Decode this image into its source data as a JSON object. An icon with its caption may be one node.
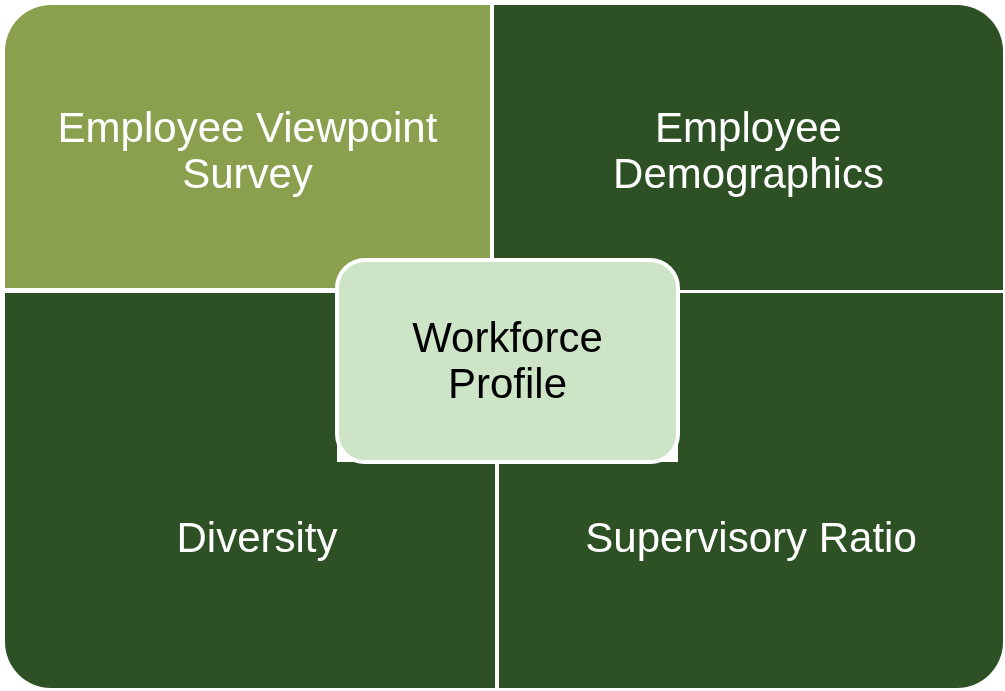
{
  "diagram": {
    "nodes": [
      {
        "text": [
          "Employee Viewpoint Survey"
        ]
      },
      {
        "text": [
          "Employee Demographics"
        ]
      },
      {
        "text": [
          "Diversity"
        ]
      },
      {
        "text": [
          "Supervisory Ratio"
        ]
      },
      {
        "text": [
          "Workforce Profile"
        ]
      }
    ]
  }
}
